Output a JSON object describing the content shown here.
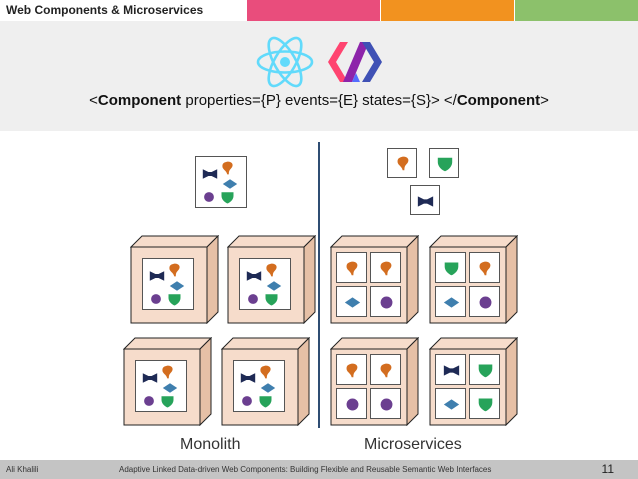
{
  "header": {
    "title": "Web Components & Microservices",
    "bar_colors": [
      "#e94d7c",
      "#f2921f",
      "#8cc16b"
    ]
  },
  "logos": [
    "react-logo-icon",
    "polymer-logo-icon"
  ],
  "formula": {
    "open_lt": "<",
    "open_name": "Component",
    "attrs": " properties={P} events={E} states={S}> </",
    "close_name": "Component",
    "close_gt": ">"
  },
  "shapes": {
    "colors": {
      "drop": "#d36d1f",
      "bowtie": "#1e2a55",
      "diamond": "#3f7fae",
      "circle": "#6b3f90",
      "shield": "#27a35a",
      "frame_fill": "#f6dccb"
    }
  },
  "captions": {
    "monolith": "Monolith",
    "microservices": "Microservices"
  },
  "footer": {
    "author": "Ali Khalili",
    "talk": "Adaptive Linked Data-driven Web Components: Building Flexible and Reusable Semantic Web Interfaces",
    "page": "11"
  }
}
